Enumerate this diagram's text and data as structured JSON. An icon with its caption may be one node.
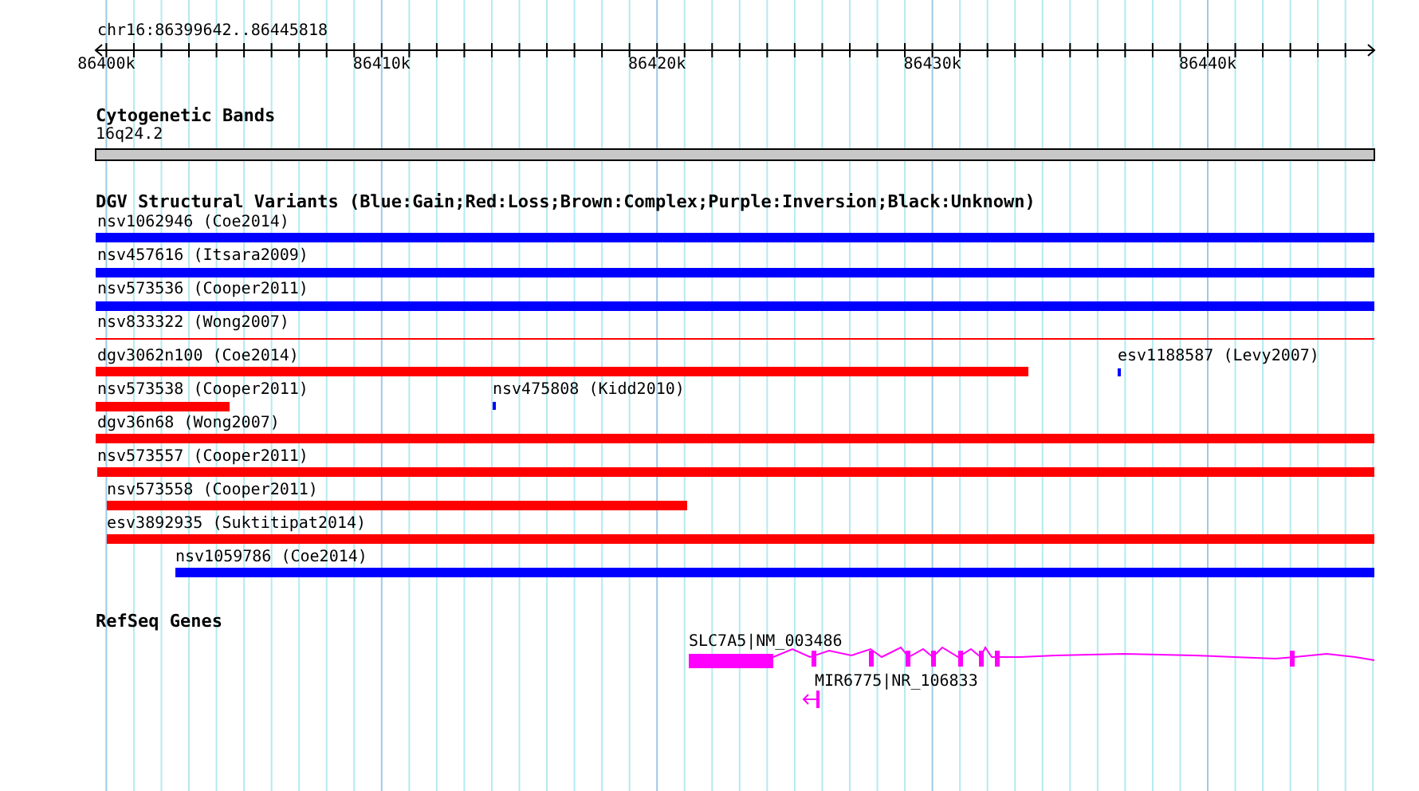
{
  "diagram": {
    "labels": [
      "chr16:86399642..86445818",
      "86400k",
      "86410k",
      "86420k",
      "86430k",
      "86440k",
      "Cytogenetic Bands",
      "16q24.2",
      "DGV Structural Variants (Blue:Gain;Red:Loss;Brown:Complex;Purple:Inversion;Black:Unknown)",
      "nsv1062946 (Coe2014)",
      "nsv457616 (Itsara2009)",
      "nsv573536 (Cooper2011)",
      "nsv833322 (Wong2007)",
      "dgv3062n100 (Coe2014)",
      "esv1188587 (Levy2007)",
      "nsv573538 (Cooper2011)",
      "nsv475808 (Kidd2010)",
      "dgv36n68 (Wong2007)",
      "nsv573557 (Cooper2011)",
      "nsv573558 (Cooper2011)",
      "esv3892935 (Suktitipat2014)",
      "nsv1059786 (Coe2014)",
      "RefSeq Genes",
      "SLC7A5|NM_003486",
      "MIR6775|NR_106833"
    ]
  }
}
